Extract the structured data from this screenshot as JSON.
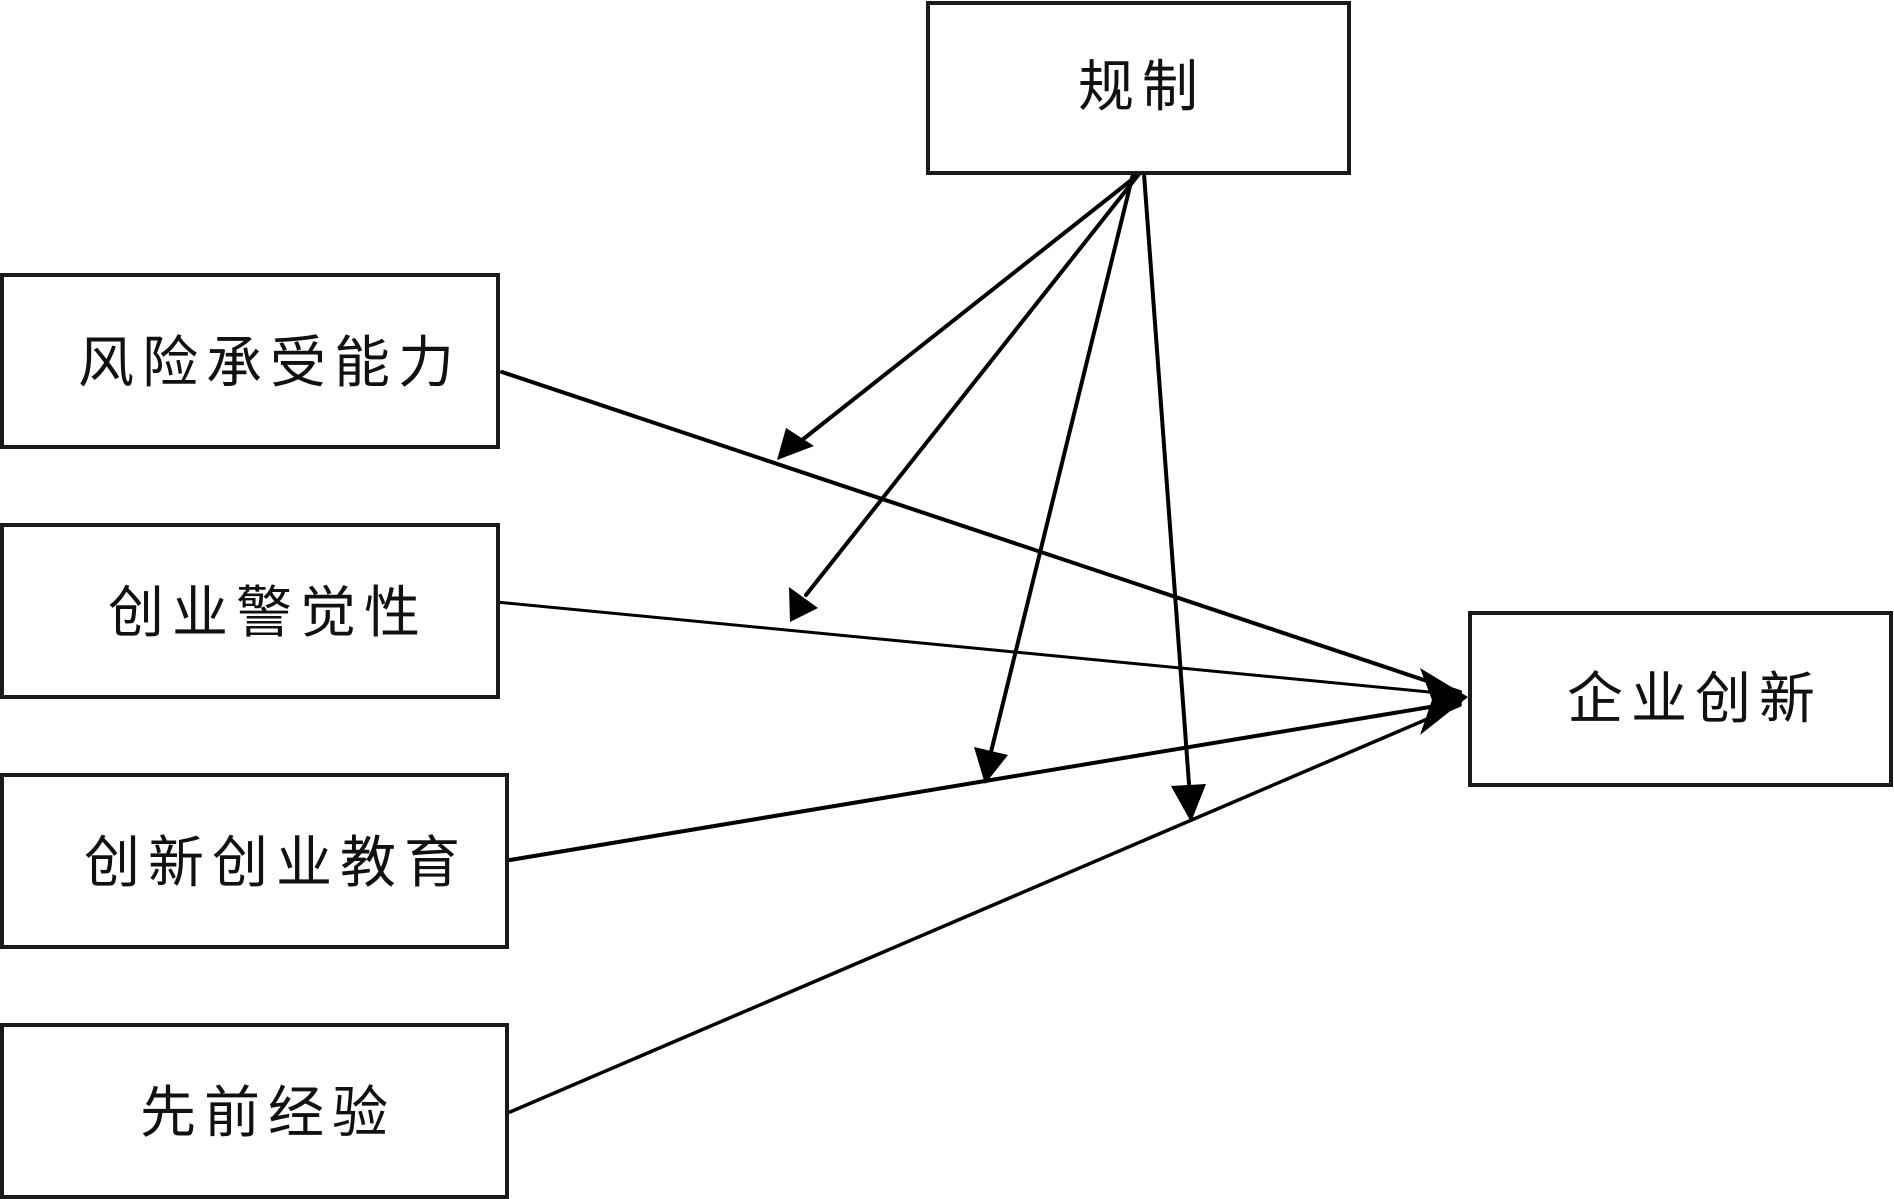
{
  "nodes": {
    "regulation": {
      "label": "规制"
    },
    "risk_tolerance": {
      "label": "风险承受能力"
    },
    "entrepreneurial_alertness": {
      "label": "创业警觉性"
    },
    "innovation_entrepreneurship_education": {
      "label": "创新创业教育"
    },
    "prior_experience": {
      "label": "先前经验"
    },
    "enterprise_innovation": {
      "label": "企业创新"
    }
  },
  "edges": [
    {
      "from": "risk_tolerance",
      "to": "enterprise_innovation",
      "type": "direct-effect"
    },
    {
      "from": "entrepreneurial_alertness",
      "to": "enterprise_innovation",
      "type": "direct-effect"
    },
    {
      "from": "innovation_entrepreneurship_education",
      "to": "enterprise_innovation",
      "type": "direct-effect"
    },
    {
      "from": "prior_experience",
      "to": "enterprise_innovation",
      "type": "direct-effect"
    },
    {
      "from": "regulation",
      "to": "risk_tolerance",
      "type": "moderation"
    },
    {
      "from": "regulation",
      "to": "entrepreneurial_alertness",
      "type": "moderation"
    },
    {
      "from": "regulation",
      "to": "innovation_entrepreneurship_education",
      "type": "moderation"
    },
    {
      "from": "regulation",
      "to": "prior_experience",
      "type": "moderation"
    }
  ]
}
